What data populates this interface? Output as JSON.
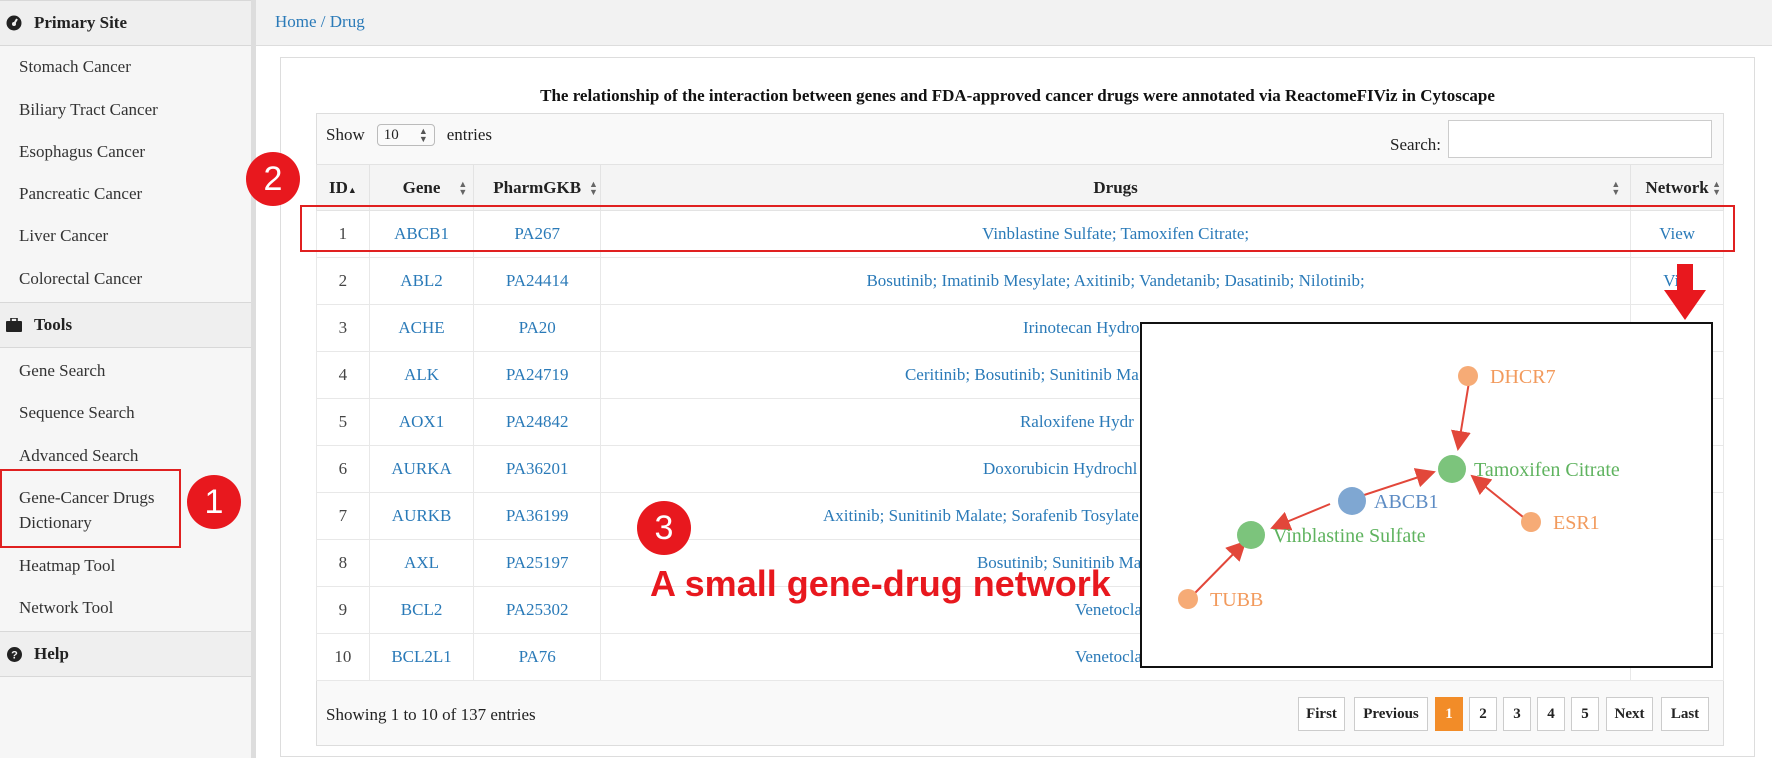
{
  "sidebar": {
    "primary_site": {
      "title": "Primary Site",
      "items": [
        "Stomach Cancer",
        "Biliary Tract Cancer",
        "Esophagus Cancer",
        "Pancreatic Cancer",
        "Liver Cancer",
        "Colorectal Cancer"
      ]
    },
    "tools": {
      "title": "Tools",
      "items": [
        "Gene Search",
        "Sequence Search",
        "Advanced Search",
        "Gene-Cancer Drugs",
        "Dictionary",
        "Heatmap Tool",
        "Network Tool"
      ]
    },
    "help": {
      "title": "Help"
    }
  },
  "breadcrumb": "Home / Drug",
  "panel_title": "The relationship of the interaction between genes and FDA-approved cancer drugs were annotated via ReactomeFIViz in Cytoscape",
  "controls": {
    "show_label": "Show",
    "entries_value": "10",
    "entries_label": "entries",
    "search_label": "Search:",
    "search_value": ""
  },
  "table": {
    "columns": [
      "ID",
      "Gene",
      "PharmGKB",
      "Drugs",
      "Network"
    ],
    "rows": [
      {
        "id": "1",
        "gene": "ABCB1",
        "pharmgkb": "PA267",
        "drugs": "Vinblastine Sulfate; Tamoxifen Citrate;",
        "network": "View"
      },
      {
        "id": "2",
        "gene": "ABL2",
        "pharmgkb": "PA24414",
        "drugs": "Bosutinib; Imatinib Mesylate; Axitinib; Vandetanib; Dasatinib; Nilotinib;",
        "network": "Vi"
      },
      {
        "id": "3",
        "gene": "ACHE",
        "pharmgkb": "PA20",
        "drugs": "Irinotecan Hydro",
        "network": ""
      },
      {
        "id": "4",
        "gene": "ALK",
        "pharmgkb": "PA24719",
        "drugs": "Ceritinib; Bosutinib; Sunitinib Ma",
        "network": ""
      },
      {
        "id": "5",
        "gene": "AOX1",
        "pharmgkb": "PA24842",
        "drugs": "Raloxifene Hydr",
        "network": ""
      },
      {
        "id": "6",
        "gene": "AURKA",
        "pharmgkb": "PA36201",
        "drugs": "Doxorubicin Hydrochl",
        "network": ""
      },
      {
        "id": "7",
        "gene": "AURKB",
        "pharmgkb": "PA36199",
        "drugs": "Axitinib; Sunitinib Malate; Sorafenib Tosylate",
        "network": ""
      },
      {
        "id": "8",
        "gene": "AXL",
        "pharmgkb": "PA25197",
        "drugs": "Bosutinib; Sunitinib Ma",
        "network": ""
      },
      {
        "id": "9",
        "gene": "BCL2",
        "pharmgkb": "PA25302",
        "drugs": "Venetocla",
        "network": ""
      },
      {
        "id": "10",
        "gene": "BCL2L1",
        "pharmgkb": "PA76",
        "drugs": "Venetocla",
        "network": ""
      }
    ]
  },
  "info": "Showing 1 to 10 of 137 entries",
  "pagination": [
    "First",
    "Previous",
    "1",
    "2",
    "3",
    "4",
    "5",
    "Next",
    "Last"
  ],
  "annotations": {
    "markers": [
      "1",
      "2",
      "3"
    ],
    "callout": "A small gene-drug network"
  },
  "network": {
    "nodes": [
      {
        "label": "DHCR7",
        "type": "gene",
        "color": "#f6ab76"
      },
      {
        "label": "Tamoxifen Citrate",
        "type": "drug",
        "color": "#7cc47c"
      },
      {
        "label": "ABCB1",
        "type": "gene",
        "color": "#7fa7d2"
      },
      {
        "label": "ESR1",
        "type": "gene",
        "color": "#f6ab76"
      },
      {
        "label": "Vinblastine Sulfate",
        "type": "drug",
        "color": "#7cc47c"
      },
      {
        "label": "TUBB",
        "type": "gene",
        "color": "#f6ab76"
      }
    ]
  },
  "colors": {
    "link": "#2a7ab8",
    "accent_orange": "#f28c28",
    "annotation_red": "#e8181e"
  }
}
